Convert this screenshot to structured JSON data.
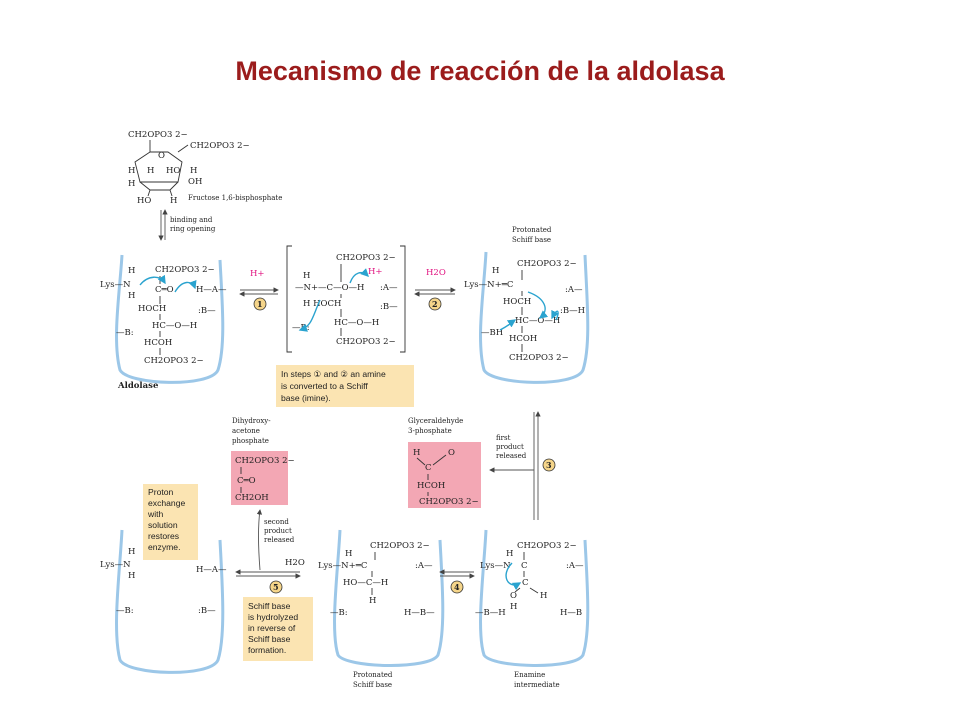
{
  "title": "Mecanismo de reacción de la aldolasa",
  "colors": {
    "title": "#9b1c1c",
    "enzyme_outline": "#9cc7e8",
    "note_box": "#fbe4b2",
    "product_box": "#f3a7b4",
    "proton": "#e0117f",
    "step_circle": "#f5d58a"
  },
  "substrate": {
    "ch2opo3_top": "CH2OPO3 2−",
    "ring_o": "O",
    "ch2opo3_right": "CH2OPO3 2−",
    "h_left": "H",
    "h_mid": "H",
    "ho_mid": "HO",
    "h_right": "H",
    "oh_right": "OH",
    "ho_bottom": "HO",
    "h_bottom": "H",
    "name": "Fructose 1,6-bisphosphate",
    "opening_line1": "binding and",
    "opening_line2": "ring opening"
  },
  "panel1": {
    "lys": "Lys—N",
    "h_top": "H",
    "h_bottom": "H",
    "ch2opo3": "CH2OPO3 2−",
    "c_eq_o": "C═O",
    "hoch": "HOCH",
    "hc_o_h": "HC—O—H",
    "hcoh": "HCOH",
    "ch2opo3_bottom": "CH2OPO3 2−",
    "ha": "H—A—",
    "b_right": ":B—",
    "b_left": "—B:",
    "label": "Aldolase"
  },
  "step1": {
    "reagent": "H+",
    "number": "1"
  },
  "intermediate": {
    "ch2opo3": "CH2OPO3 2−",
    "h_plus": "H+",
    "h": "H",
    "n_plus": "—N+—C—O—H",
    "a_right": ":A—",
    "h_hoch": "H  HOCH",
    "b_right": ":B—",
    "hc_o_h": "HC—O—H",
    "ch2opo3_bottom": "CH2OPO3 2−",
    "b_left": "—B:"
  },
  "step2": {
    "reagent": "H2O",
    "number": "2"
  },
  "panel3": {
    "label_line1": "Protonated",
    "label_line2": "Schiff base",
    "lys": "Lys—N+═C",
    "h_top": "H",
    "ch2opo3": "CH2OPO3 2−",
    "a_right": ":A—",
    "hoch": "HOCH",
    "b_right": ":B—H",
    "hc_o_h": "HC—O—H",
    "bh": "—BH",
    "hcoh": "HCOH",
    "ch2opo3_bottom": "CH2OPO3 2−"
  },
  "note_steps12": {
    "line1": "In steps ① and ② an amine",
    "line2": "is converted to a Schiff",
    "line3": "base (imine)."
  },
  "dhap": {
    "label_line1": "Dihydroxy-",
    "label_line2": "acetone",
    "label_line3": "phosphate",
    "ch2opo3": "CH2OPO3 2−",
    "c_eq_o": "C═O",
    "ch2oh": "CH2OH"
  },
  "g3p": {
    "label_line1": "Glyceraldehyde",
    "label_line2": "3-phosphate",
    "h": "H",
    "o": "O",
    "c": "C",
    "hcoh": "HCOH",
    "ch2opo3": "CH2OPO3 2−"
  },
  "step3": {
    "line1": "first",
    "line2": "product",
    "line3": "released",
    "number": "3"
  },
  "note_proton": {
    "line1": "Proton",
    "line2": "exchange",
    "line3": "with",
    "line4": "solution",
    "line5": "restores",
    "line6": "enzyme."
  },
  "panel5": {
    "lys": "Lys—N",
    "h_top": "H",
    "h_bottom": "H",
    "ha": "H—A—",
    "b_right": ":B—",
    "b_left": "—B:"
  },
  "step4_second": {
    "line1": "second",
    "line2": "product",
    "line3": "released",
    "reagent": "H2O",
    "number": "5"
  },
  "note_hydrolysis": {
    "line1": "Schiff base",
    "line2": "is hydrolyzed",
    "line3": "in reverse of",
    "line4": "Schiff base",
    "line5": "formation."
  },
  "panel6": {
    "ch2opo3": "CH2OPO3 2−",
    "h_top": "H",
    "lys": "Lys—N+═C",
    "a_right": ":A—",
    "ho_c_h": "HO—C—H",
    "h_bottom": "H",
    "b_left": "—B:",
    "hb": "H—B—",
    "label_line1": "Protonated",
    "label_line2": "Schiff base"
  },
  "step4": {
    "number": "4"
  },
  "panel7": {
    "ch2opo3": "CH2OPO3 2−",
    "h_top": "H",
    "lys": "Lys—N",
    "c": "C",
    "a_right": ":A—",
    "c2": "C",
    "o": "O",
    "h": "H",
    "h_right": "H",
    "bh": "—B—H",
    "hb": "H—B",
    "label_line1": "Enamine",
    "label_line2": "intermediate"
  }
}
